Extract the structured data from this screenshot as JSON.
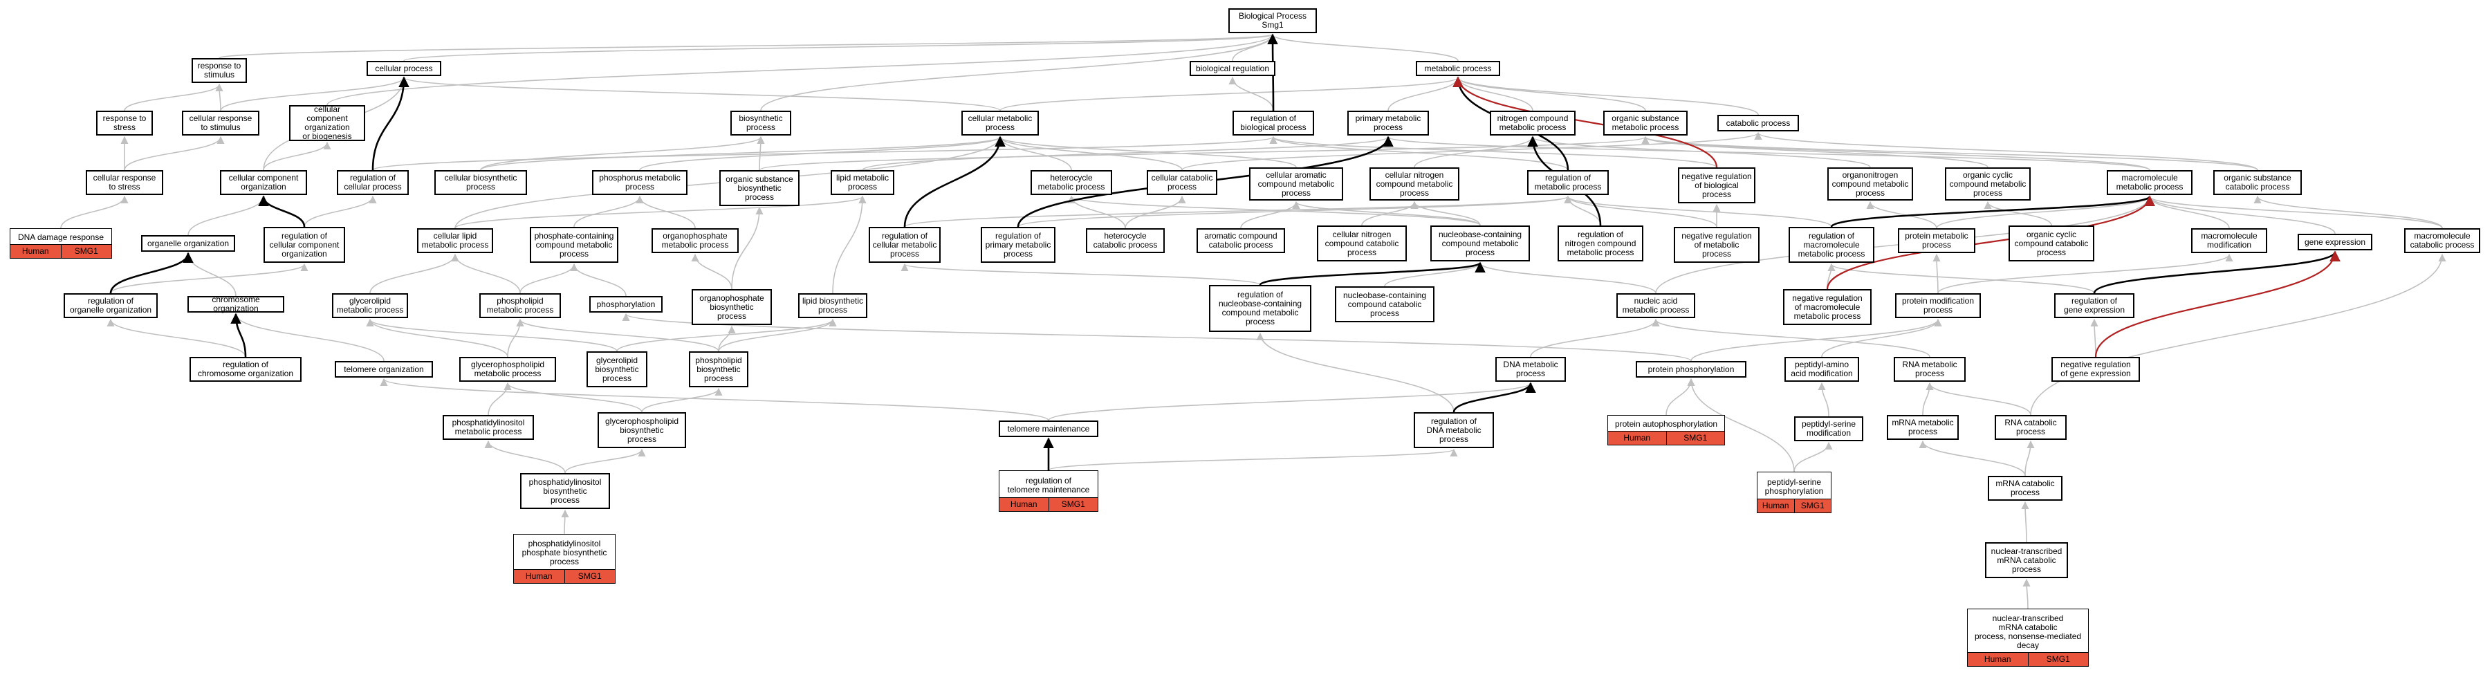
{
  "colors": {
    "annotation_fill": "#e8543c",
    "gray_edge": "#c0c0c0",
    "black_edge": "#000000",
    "red_edge": "#b22222"
  },
  "nodes": {
    "bp": {
      "label": "Biological Process\nSmg1"
    },
    "breg": {
      "label": "biological regulation"
    },
    "metab": {
      "label": "metabolic process"
    },
    "cellproc": {
      "label": "cellular process"
    },
    "respstim": {
      "label": "response to\nstimulus"
    },
    "respstress": {
      "label": "response to\nstress"
    },
    "cellresp": {
      "label": "cellular response\nto stimulus"
    },
    "ccorg": {
      "label": "cellular component\norganization\nor biogenesis"
    },
    "biosyn": {
      "label": "biosynthetic\nprocess"
    },
    "cellmetab": {
      "label": "cellular metabolic\nprocess"
    },
    "regbio": {
      "label": "regulation of\nbiological process"
    },
    "primmet": {
      "label": "primary metabolic\nprocess"
    },
    "nitromet": {
      "label": "nitrogen compound\nmetabolic process"
    },
    "orgsubmet": {
      "label": "organic substance\nmetabolic process"
    },
    "catab": {
      "label": "catabolic process"
    },
    "cellrespstress": {
      "label": "cellular response\nto stress"
    },
    "ccorgn": {
      "label": "cellular component\norganization"
    },
    "regcell": {
      "label": "regulation of\ncellular process"
    },
    "cellbiosyn": {
      "label": "cellular biosynthetic\nprocess"
    },
    "phosmet": {
      "label": "phosphorus metabolic\nprocess"
    },
    "orgsubbio": {
      "label": "organic substance\nbiosynthetic\nprocess"
    },
    "lipmet": {
      "label": "lipid metabolic\nprocess"
    },
    "hetmet": {
      "label": "heterocycle\nmetabolic process"
    },
    "cellcat": {
      "label": "cellular catabolic\nprocess"
    },
    "cellarom": {
      "label": "cellular aromatic\ncompound metabolic\nprocess"
    },
    "cellnitro": {
      "label": "cellular nitrogen\ncompound metabolic\nprocess"
    },
    "regmetab": {
      "label": "regulation of\nmetabolic process"
    },
    "negregbio": {
      "label": "negative regulation\nof biological\nprocess"
    },
    "orgnitro": {
      "label": "organonitrogen\ncompound metabolic\nprocess"
    },
    "orgcyc": {
      "label": "organic cyclic\ncompound metabolic\nprocess"
    },
    "macromet": {
      "label": "macromolecule\nmetabolic process"
    },
    "orgsubcat": {
      "label": "organic substance\ncatabolic process"
    },
    "dnadmg": {
      "label": "DNA damage response",
      "annotations": [
        "Human",
        "SMG1"
      ]
    },
    "orgorg": {
      "label": "organelle organization"
    },
    "regccorg": {
      "label": "regulation of\ncellular component\norganization"
    },
    "celllip": {
      "label": "cellular lipid\nmetabolic process"
    },
    "phoscont": {
      "label": "phosphate-containing\ncompound metabolic\nprocess"
    },
    "organophos": {
      "label": "organophosphate\nmetabolic process"
    },
    "regcellmet": {
      "label": "regulation of\ncellular metabolic\nprocess"
    },
    "regprim": {
      "label": "regulation of\nprimary metabolic\nprocess"
    },
    "hetcat": {
      "label": "heterocycle\ncatabolic process"
    },
    "aromcat": {
      "label": "aromatic compound\ncatabolic process"
    },
    "cellnitrocat": {
      "label": "cellular nitrogen\ncompound catabolic\nprocess"
    },
    "nucbasemet": {
      "label": "nucleobase-containing\ncompound metabolic\nprocess"
    },
    "regnitro": {
      "label": "regulation of\nnitrogen compound\nmetabolic process"
    },
    "negregmet": {
      "label": "negative regulation\nof metabolic\nprocess"
    },
    "regmacro": {
      "label": "regulation of\nmacromolecule\nmetabolic process"
    },
    "protmet": {
      "label": "protein metabolic\nprocess"
    },
    "orgcyccat": {
      "label": "organic cyclic\ncompound catabolic\nprocess"
    },
    "macromod": {
      "label": "macromolecule\nmodification"
    },
    "geneexp": {
      "label": "gene expression"
    },
    "macrocat": {
      "label": "macromolecule\ncatabolic process"
    },
    "regorg": {
      "label": "regulation of\norganelle organization"
    },
    "chromorg": {
      "label": "chromosome organization"
    },
    "glycmet": {
      "label": "glycerolipid\nmetabolic process"
    },
    "phospholipmet": {
      "label": "phospholipid\nmetabolic process"
    },
    "phosphoryl": {
      "label": "phosphorylation"
    },
    "organophosbio": {
      "label": "organophosphate\nbiosynthetic\nprocess"
    },
    "lipbio": {
      "label": "lipid biosynthetic\nprocess"
    },
    "regnucbase": {
      "label": "regulation of\nnucleobase-containing\ncompound metabolic\nprocess"
    },
    "nucbasecat": {
      "label": "nucleobase-containing\ncompound catabolic\nprocess"
    },
    "nucacid": {
      "label": "nucleic acid\nmetabolic process"
    },
    "negregmacro": {
      "label": "negative regulation\nof macromolecule\nmetabolic process"
    },
    "protmod": {
      "label": "protein modification\nprocess"
    },
    "reggene": {
      "label": "regulation of\ngene expression"
    },
    "regchrom": {
      "label": "regulation of\nchromosome organization"
    },
    "telorg": {
      "label": "telomere organization"
    },
    "glyphosmet": {
      "label": "glycerophospholipid\nmetabolic process"
    },
    "glybio": {
      "label": "glycerolipid\nbiosynthetic\nprocess"
    },
    "phospholipbio": {
      "label": "phospholipid\nbiosynthetic\nprocess"
    },
    "dnamet": {
      "label": "DNA metabolic\nprocess"
    },
    "protphos": {
      "label": "protein phosphorylation"
    },
    "pepaa": {
      "label": "peptidyl-amino\nacid modification"
    },
    "rnamet": {
      "label": "RNA metabolic\nprocess"
    },
    "negreggene": {
      "label": "negative regulation\nof gene expression"
    },
    "phosinosmet": {
      "label": "phosphatidylinositol\nmetabolic process"
    },
    "glyphosbio": {
      "label": "glycerophospholipid\nbiosynthetic\nprocess"
    },
    "telmain": {
      "label": "telomere maintenance"
    },
    "regdna": {
      "label": "regulation of\nDNA metabolic\nprocess"
    },
    "protauto": {
      "label": "protein autophosphorylation",
      "annotations": [
        "Human",
        "SMG1"
      ]
    },
    "pepser": {
      "label": "peptidyl-serine\nmodification"
    },
    "mrnamet": {
      "label": "mRNA metabolic\nprocess"
    },
    "rnacat": {
      "label": "RNA catabolic\nprocess"
    },
    "phosinosbio": {
      "label": "phosphatidylinositol\nbiosynthetic\nprocess"
    },
    "regtel": {
      "label": "regulation of\ntelomere maintenance",
      "annotations": [
        "Human",
        "SMG1"
      ]
    },
    "pepserphos": {
      "label": "peptidyl-serine\nphosphorylation",
      "annotations": [
        "Human",
        "SMG1"
      ]
    },
    "mrnacat": {
      "label": "mRNA catabolic\nprocess"
    },
    "pipbio": {
      "label": "phosphatidylinositol\nphosphate biosynthetic\nprocess",
      "annotations": [
        "Human",
        "SMG1"
      ]
    },
    "nucmrnacat": {
      "label": "nuclear-transcribed\nmRNA catabolic\nprocess"
    },
    "nmd": {
      "label": "nuclear-transcribed\nmRNA catabolic\nprocess, nonsense-mediated\ndecay",
      "annotations": [
        "Human",
        "SMG1"
      ]
    }
  }
}
